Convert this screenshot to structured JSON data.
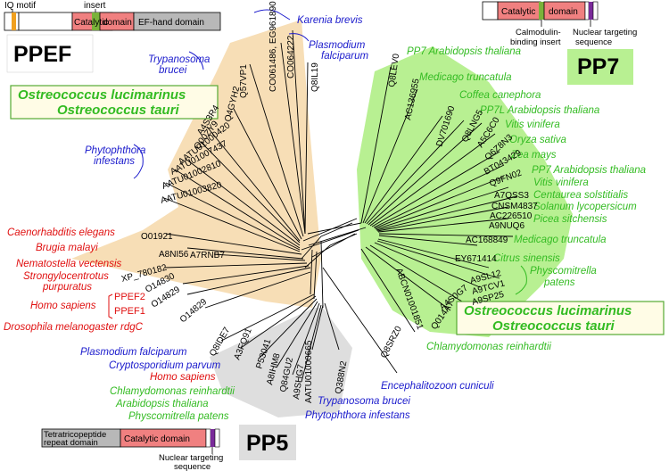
{
  "ppef": {
    "title": "PPEF",
    "domains": {
      "iq": "IQ motif",
      "insert": "insert",
      "catalytic": "Catalytic",
      "domain": "domain",
      "ef": "EF-hand domain"
    },
    "box_species": [
      "Ostreococcus lucimarinus",
      "Ostreococcus tauri"
    ],
    "labels": {
      "karenia": "Karenia brevis",
      "plasmodium1": "Plasmodium",
      "plasmodium2": "falciparum",
      "trypanosoma1": "Trypanosoma",
      "trypanosoma2": "brucei",
      "phytophthora1": "Phytophthora",
      "phytophthora2": "infestans",
      "caeno": "Caenorhabditis elegans",
      "brugia": "Brugia malayi",
      "nemato": "Nematostella vectensis",
      "strongylo1": "Strongylocentrotus",
      "strongylo2": "purpuratus",
      "homo": "Homo sapiens",
      "ppef2": "PPEF2",
      "ppef1": "PPEF1",
      "droso": "Drosophila melanogaster rdgC"
    },
    "accessions": {
      "co061486": "CO061486, EG961890",
      "co064222": "CO064222",
      "q8il19": "Q8IL19",
      "q57vp1": "Q57VP1",
      "q4gyh2": "Q4GYH2",
      "a4s3r4": "A4S3R4",
      "q00zy9": "Q00ZY9",
      "aatu420": "AATU01000420",
      "aatu7437": "AATU01007437",
      "aatu2810": "AATU01002810",
      "aatu3820": "AATU01003820",
      "o01921": "O01921",
      "a8ni56": "A8NI56",
      "a7rnb7": "A7RNB7",
      "xp780182": "XP_780182",
      "o14830": "O14830",
      "o14829a": "O14829",
      "o14829b": "O14829"
    }
  },
  "pp7": {
    "title": "PP7",
    "domains": {
      "catalytic": "Catalytic",
      "domain": "domain",
      "cam": "Calmodulin-",
      "cam2": "binding insert",
      "nls1": "Nuclear targeting",
      "nls2": "sequence"
    },
    "box_species": [
      "Ostreococcus lucimarinus",
      "Ostreococcus tauri"
    ],
    "labels": {
      "pp7_at": "PP7 Arabidopsis thaliana",
      "medicago": "Medicago truncatula",
      "coffea": "Coffea canephora",
      "pp7l_at": "PP7L Arabidopsis thaliana",
      "vitis": "Vitis vinifera",
      "oryza": "Oryza sativa",
      "zea": "Zea mays",
      "pp7_at2": "PP7 Arabidopsis thaliana",
      "vitis2": "Vitis vinifera",
      "centaurea": "Centaurea solstitialis",
      "solanum": "Solanum lycopersicum",
      "picea": "Picea sitchensis",
      "medicago2": "Medicago truncatula",
      "citrus": "Citrus sinensis",
      "physco1": "Physcomitrella",
      "physco2": "patens",
      "chlamy": "Chlamydomonas reinhardtii"
    },
    "accessions": {
      "q8lev0": "Q8LEV0",
      "ac136955": "AC136955",
      "dv701690": "DV701690",
      "q8lngs": "Q8LNG5",
      "a5c6c0": "A5C6C0",
      "q6z8n3": "Q6Z8N3",
      "bt043429": "BT043429",
      "q9fn02": "Q9FN02",
      "a7qss3": "A7QSS3",
      "cnsm4837": "CNSM4837",
      "ac226510": "AC226510",
      "a9nuq6": "A9NUQ6",
      "ac168849": "AC168849",
      "ey671414": "EY671414",
      "a9sl12": "A9SL12",
      "a9tcv1": "A9TCV1",
      "a9sp25": "A9SP25",
      "a4s0g7": "A4S0G7",
      "q014a7": "Q014A7",
      "abcn": "ABCN01001851"
    }
  },
  "pp5": {
    "title": "PP5",
    "domains": {
      "tpr1": "Tetratricopeptide",
      "tpr2": "repeat domain",
      "catalytic": "Catalytic domain",
      "nls1": "Nuclear targeting",
      "nls2": "sequence"
    },
    "labels": {
      "plasmodium": "Plasmodium falciparum",
      "crypto": "Cryptosporidium parvum",
      "homo": "Homo sapiens",
      "chlamy": "Chlamydomonas reinhardtii",
      "arabid": "Arabidopsis thaliana",
      "physco": "Physcomitrella patens",
      "phyto": "Phytophthora infestans",
      "trypano": "Trypanosoma brucei",
      "enceph": "Encephalitozoon cuniculi"
    },
    "accessions": {
      "q8ide7": "Q8IDE7",
      "a3fq91": "A3FQ91",
      "p53041": "P53041",
      "a8hm8": "A8IHM8",
      "q84gu2": "Q84GU2",
      "a9shg7": "A9SHG7",
      "aatu665": "AATU01000665",
      "q388n2": "Q388N2",
      "q8srz0": "Q8SRZ0"
    }
  },
  "colors": {
    "ppef_fill": "#f7deb6",
    "pp7_fill": "#b8f092",
    "pp5_fill": "#dedede",
    "catalytic": "#f08080",
    "insert": "#7ab23a",
    "iq": "#f0a020",
    "ef": "#b8b8b8",
    "nls": "#7a2a9a",
    "box_bg": "#fffce6",
    "label_blue": "#1a1acc",
    "label_red": "#e01010",
    "label_green": "#33bb22"
  }
}
